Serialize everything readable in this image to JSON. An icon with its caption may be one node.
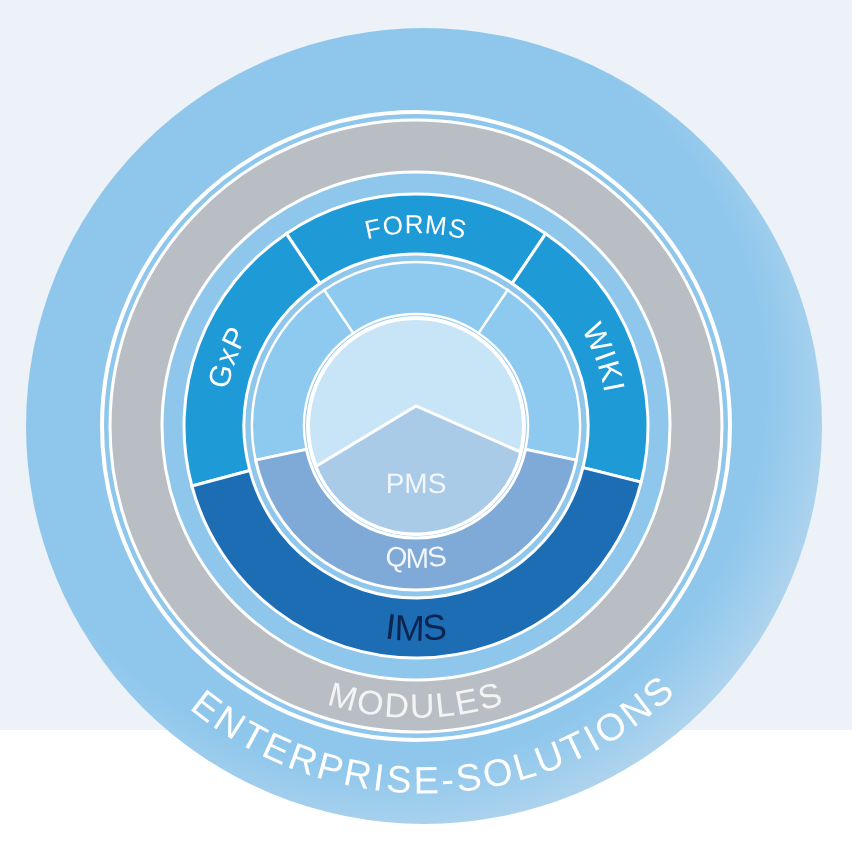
{
  "diagram": {
    "nodes": [
      {
        "text": [
          "ENTERPRISE-SOLUTIONS"
        ]
      },
      {
        "text": [
          "MODULES"
        ],
        "in": 0
      },
      {
        "text": [
          "FORMS"
        ],
        "in": 1
      },
      {
        "text": [
          "GxP"
        ],
        "in": 1
      },
      {
        "text": [
          "WIKI"
        ],
        "in": 1
      },
      {
        "text": [
          "IMS"
        ],
        "in": 1
      },
      {
        "text": [],
        "shape": "segment",
        "in": 1
      },
      {
        "text": [],
        "shape": "segment",
        "in": 1
      },
      {
        "text": [],
        "shape": "segment",
        "in": 1
      },
      {
        "text": [
          "QMS"
        ],
        "in": 1
      },
      {
        "text": [],
        "shape": "circle",
        "in": 1
      },
      {
        "text": [
          "PMS"
        ],
        "in": 10
      }
    ]
  }
}
